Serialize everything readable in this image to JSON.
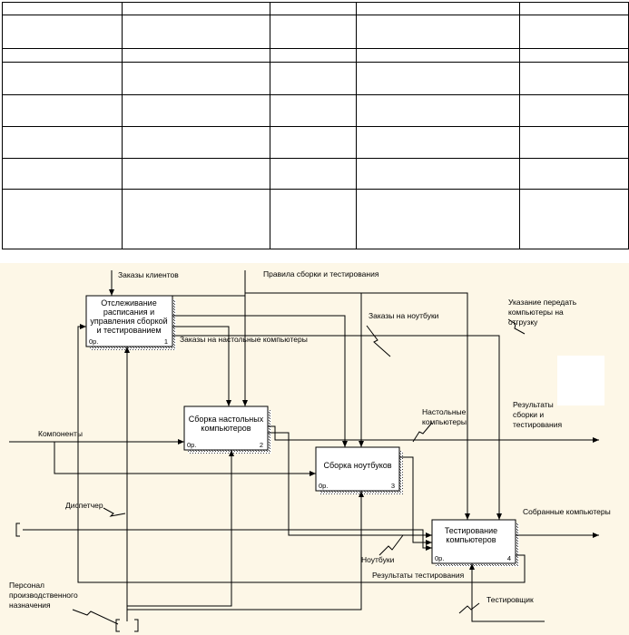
{
  "table": {
    "columns": 5,
    "rows": 7
  },
  "diagram": {
    "boxes": [
      {
        "id": "b1",
        "lines": [
          "Отслеживание",
          "расписания и",
          "управления сборкой",
          "и тестированием"
        ],
        "cost": "0р.",
        "num": "1"
      },
      {
        "id": "b2",
        "lines": [
          "Сборка настольных",
          "компьютеров"
        ],
        "cost": "0р.",
        "num": "2"
      },
      {
        "id": "b3",
        "lines": [
          "Сборка ноутбуков"
        ],
        "cost": "0р.",
        "num": "3"
      },
      {
        "id": "b4",
        "lines": [
          "Тестирование",
          "компьютеров"
        ],
        "cost": "0р.",
        "num": "4"
      }
    ],
    "labels": {
      "orders_clients": "Заказы клиентов",
      "rules": "Правила сборки  и тестирования",
      "orders_notebooks": "Заказы на ноутбуки",
      "orders_desktops": "Заказы на настольные компьютеры",
      "ship_instruction": [
        "Указание передать",
        "компьютеры на",
        "отгрузку"
      ],
      "results": [
        "Результаты",
        "сборки и",
        "тестирования"
      ],
      "desktops": [
        "Настольные",
        "компьютеры"
      ],
      "components": "Компоненты",
      "dispatcher": "Диспетчер",
      "assembled": "Собранные компьютеры",
      "notebooks": "Ноутбуки",
      "test_results": "Результаты тестирования",
      "personnel": [
        "Персонал",
        "производственного",
        "назначения"
      ],
      "tester": "Тестировщик"
    }
  }
}
